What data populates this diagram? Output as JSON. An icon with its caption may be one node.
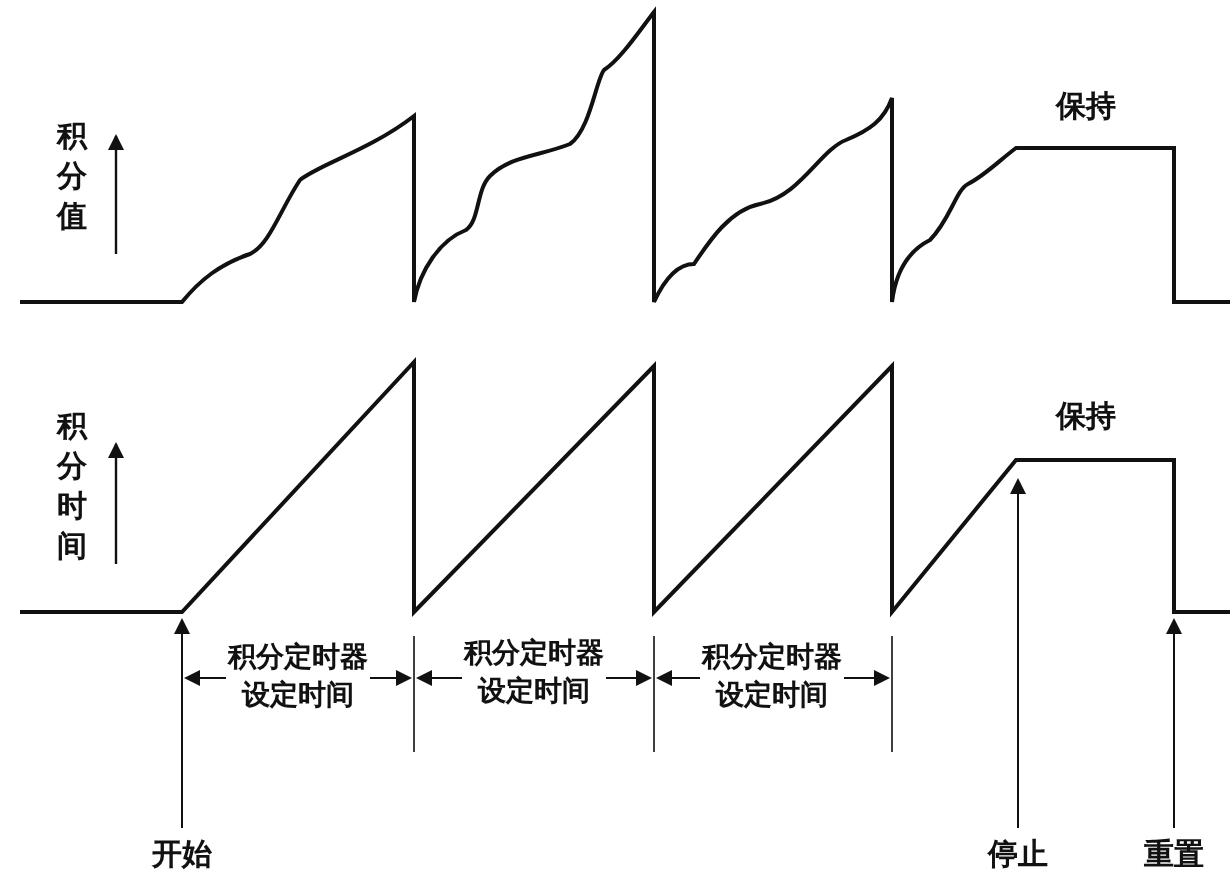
{
  "diagram": {
    "nodes": [
      {
        "text": [
          "开始"
        ]
      },
      {
        "text": [
          "停止"
        ]
      },
      {
        "text": [
          "重置"
        ]
      }
    ],
    "edges": [
      {
        "from": 0,
        "to": null,
        "arrow": "to"
      },
      {
        "from": 1,
        "to": null,
        "arrow": "to"
      },
      {
        "from": 2,
        "to": null,
        "arrow": "to"
      }
    ],
    "labels": [
      "保持",
      "积分值",
      "保持",
      "积分时间",
      "积分定时器设定时间",
      "积分定时器设定时间",
      "积分定时器设定时间"
    ]
  }
}
